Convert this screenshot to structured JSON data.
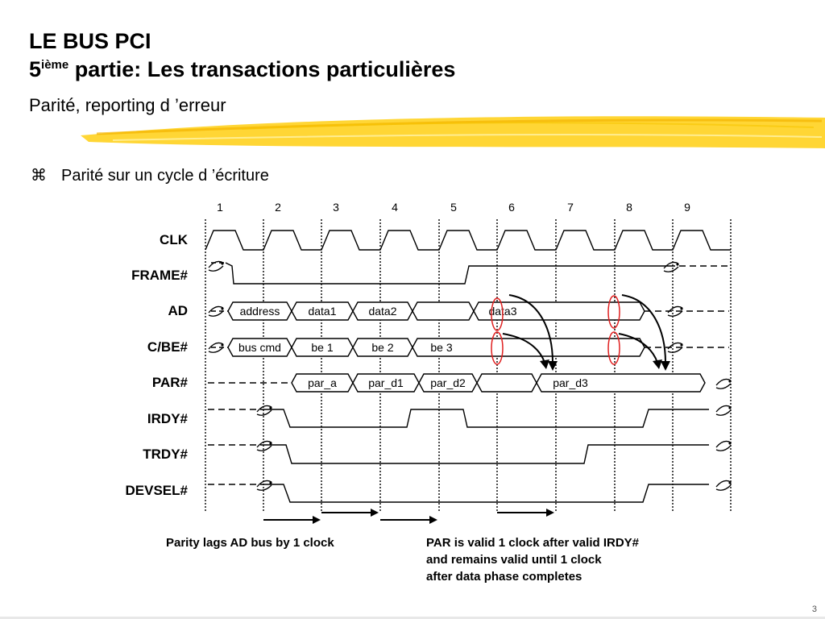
{
  "title": {
    "line1": "LE BUS PCI",
    "line2_prefix": "5",
    "line2_sup": "ième",
    "line2_rest": " partie: Les transactions particulières"
  },
  "subtitle": "Parité, reporting d ’erreur",
  "bullet": {
    "glyph": "⌘",
    "text": "Parité sur un cycle d ’écriture"
  },
  "diagram": {
    "clock_numbers": [
      "1",
      "2",
      "3",
      "4",
      "5",
      "6",
      "7",
      "8",
      "9"
    ],
    "signals": [
      "CLK",
      "FRAME#",
      "AD",
      "C/BE#",
      "PAR#",
      "IRDY#",
      "TRDY#",
      "DEVSEL#"
    ],
    "ad_phases": [
      "address",
      "data1",
      "data2",
      "",
      "data3"
    ],
    "cbe_phases": [
      "bus cmd",
      "be 1",
      "be 2",
      "be 3"
    ],
    "par_phases": [
      "par_a",
      "par_d1",
      "par_d2",
      "",
      "par_d3"
    ],
    "note_left": "Parity lags AD bus by 1 clock",
    "note_right": [
      "PAR is valid 1 clock after valid IRDY#",
      "and remains valid until 1 clock",
      "after data phase completes"
    ]
  },
  "colors": {
    "highlight": "#ffd21f",
    "marker": "#e02020"
  },
  "page_number": "3"
}
